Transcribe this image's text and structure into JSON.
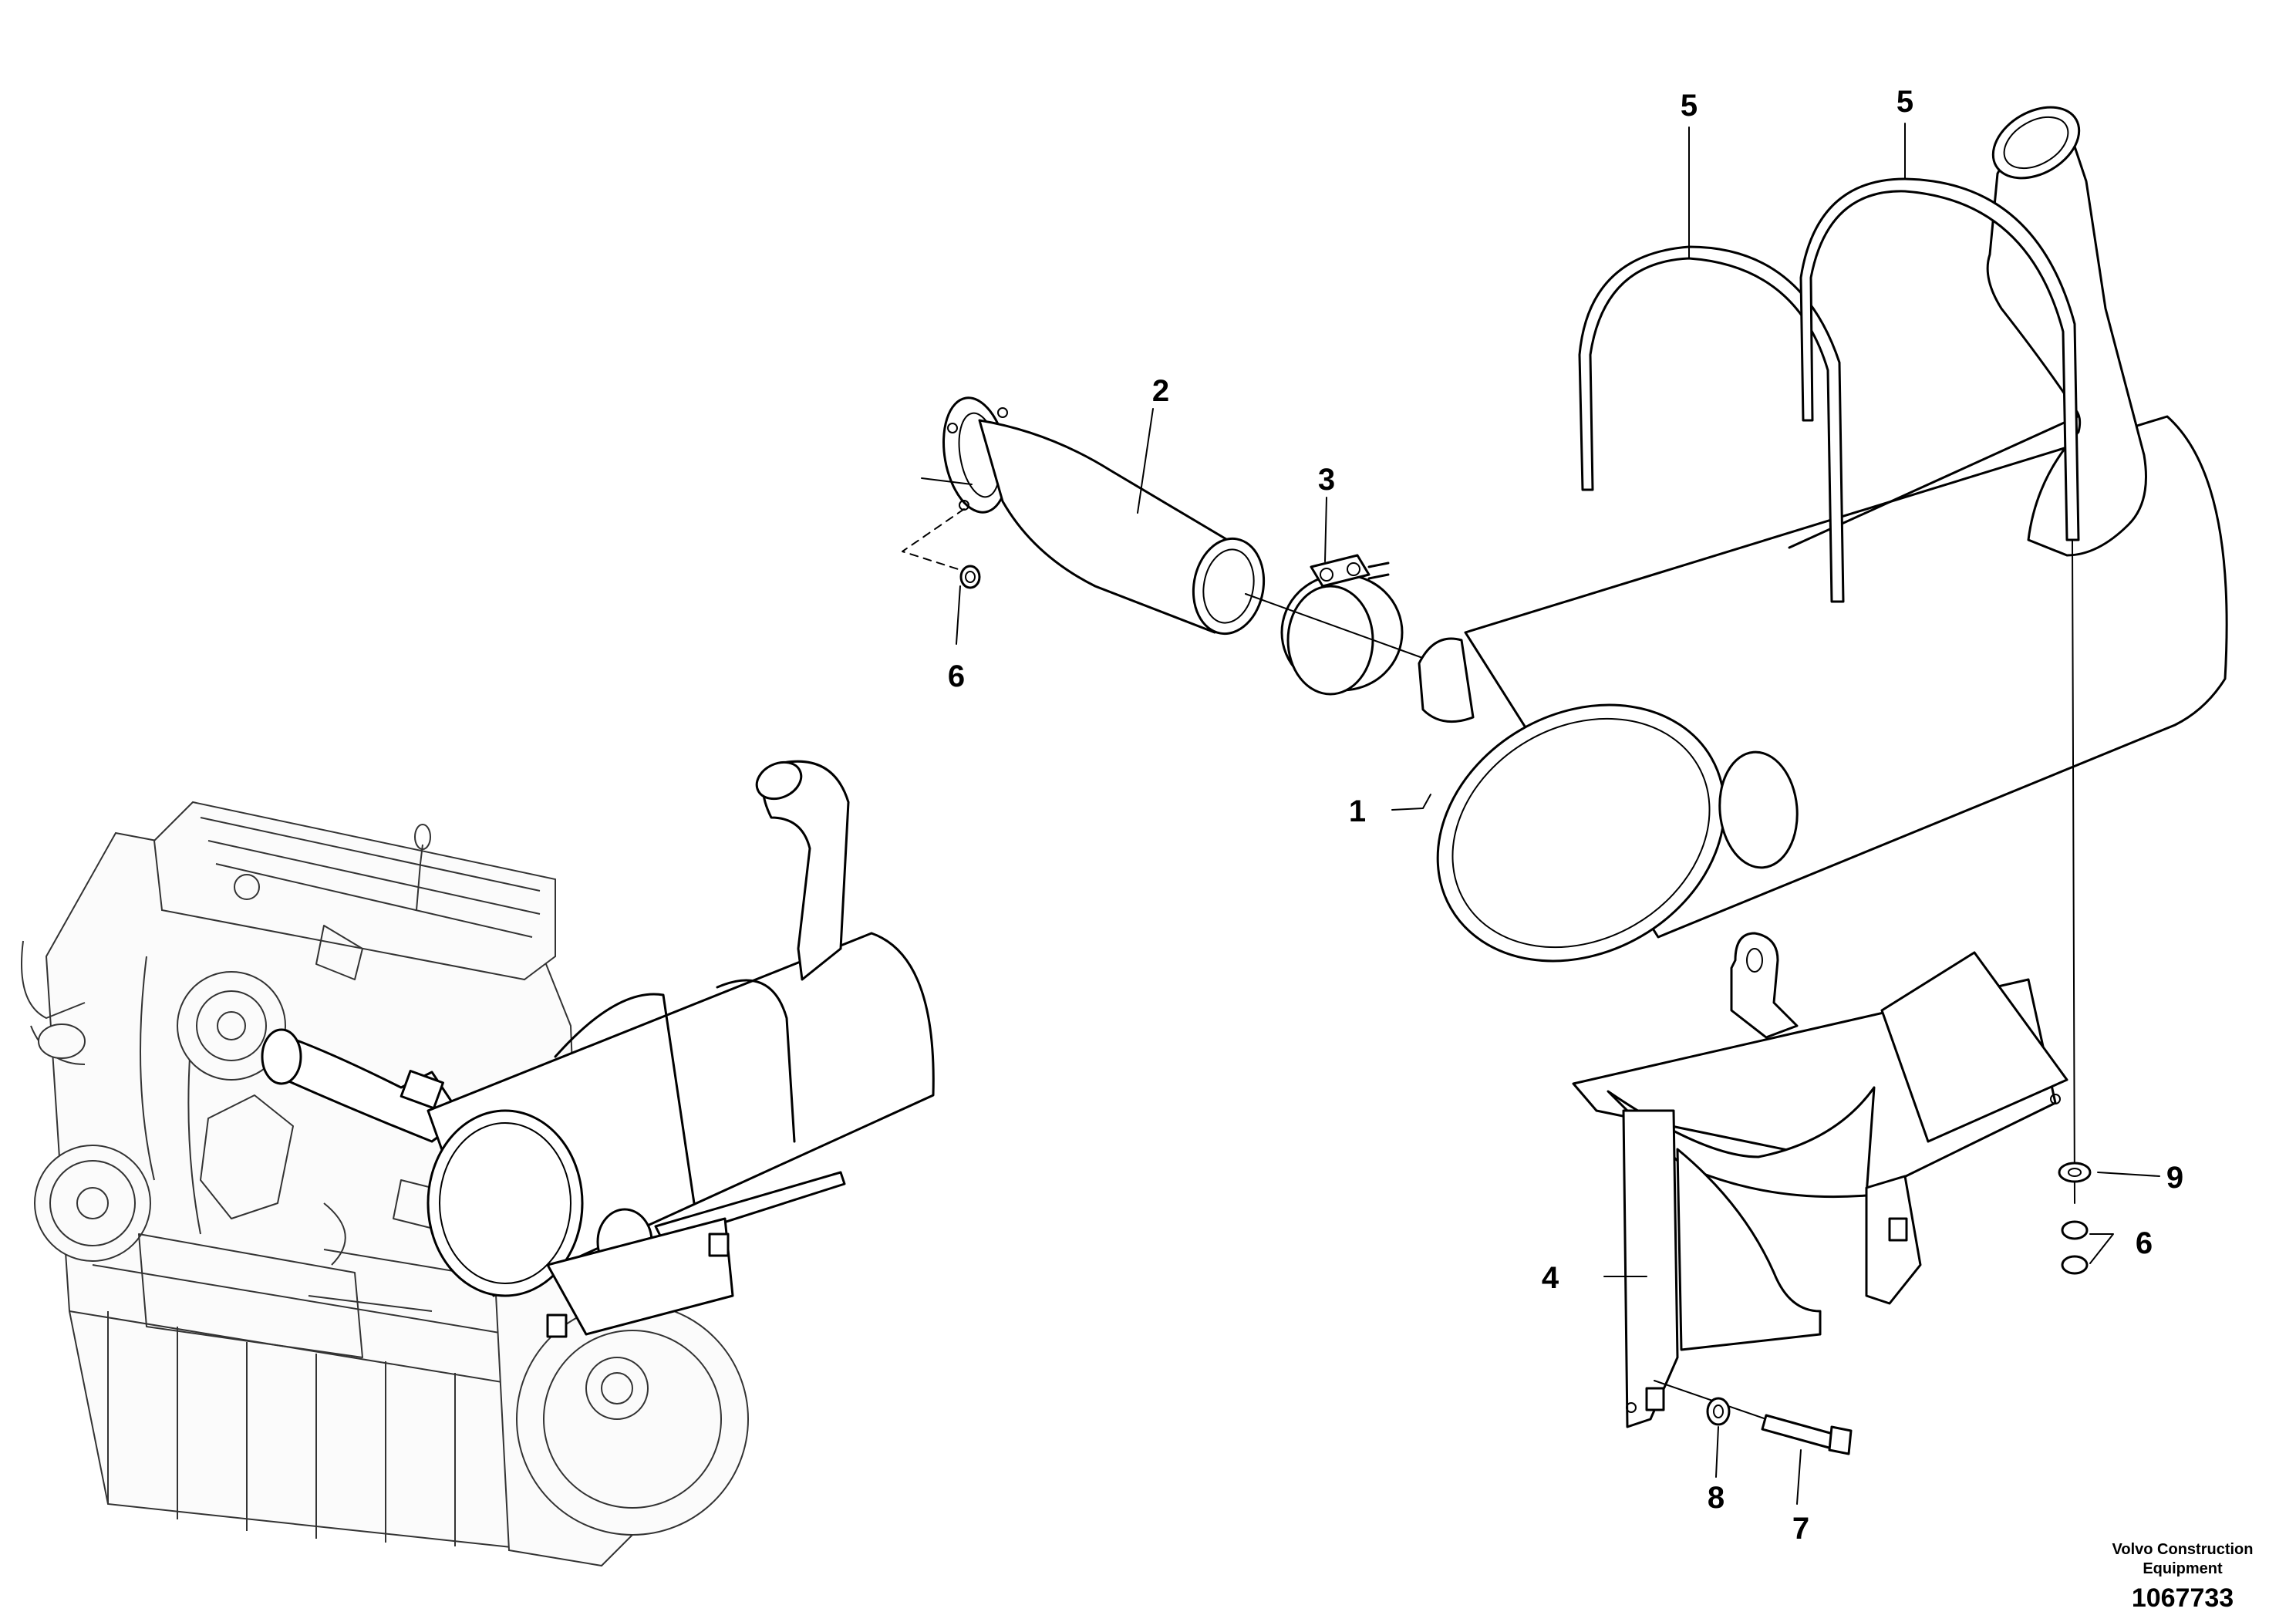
{
  "diagram": {
    "callouts": [
      {
        "id": "c1",
        "text": "1"
      },
      {
        "id": "c2",
        "text": "2"
      },
      {
        "id": "c3",
        "text": "3"
      },
      {
        "id": "c4",
        "text": "4"
      },
      {
        "id": "c5a",
        "text": "5"
      },
      {
        "id": "c5b",
        "text": "5"
      },
      {
        "id": "c6a",
        "text": "6"
      },
      {
        "id": "c6b",
        "text": "6"
      },
      {
        "id": "c7",
        "text": "7"
      },
      {
        "id": "c8",
        "text": "8"
      },
      {
        "id": "c9",
        "text": "9"
      }
    ],
    "publisher": {
      "line1": "Volvo Construction",
      "line2": "Equipment"
    },
    "document_number": "1067733"
  }
}
